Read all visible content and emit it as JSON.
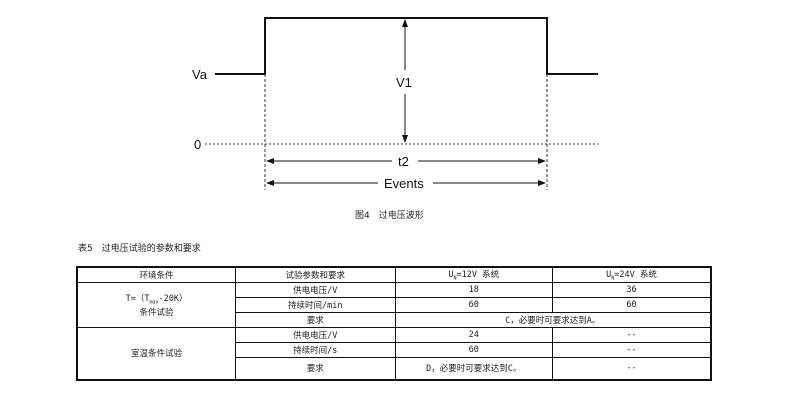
{
  "figure": {
    "labels": {
      "va": "Va",
      "zero": "0",
      "v1": "V1",
      "t2": "t2",
      "events": "Events"
    },
    "caption": "图4　过电压波形"
  },
  "table_title": "表5　过电压试验的参数和要求",
  "table": {
    "headers": {
      "env": "环境条件",
      "param": "试验参数和要求",
      "u12_main": "U",
      "u12_sub": "N",
      "u12_rest": "=12V 系统",
      "u24_main": "U",
      "u24_sub": "N",
      "u24_rest": "=24V 系统"
    },
    "group1": {
      "cond_a": "T=（T",
      "cond_sub": "max",
      "cond_b": "-20K）",
      "cond_c": "条件试验",
      "rows": [
        {
          "param": "供电电压/V",
          "v12": "18",
          "v24": "36"
        },
        {
          "param": "持续时间/min",
          "v12": "60",
          "v24": "60"
        },
        {
          "param": "要求",
          "merged": "C，必要时可要求达到A。"
        }
      ]
    },
    "group2": {
      "cond": "室温条件试验",
      "rows": [
        {
          "param": "供电电压/V",
          "v12": "24",
          "v24": "--"
        },
        {
          "param": "持续时间/s",
          "v12": "60",
          "v24": "--"
        },
        {
          "param": "要求",
          "v12": "D，必要时可要求达到C。",
          "v24": "--"
        }
      ]
    }
  }
}
